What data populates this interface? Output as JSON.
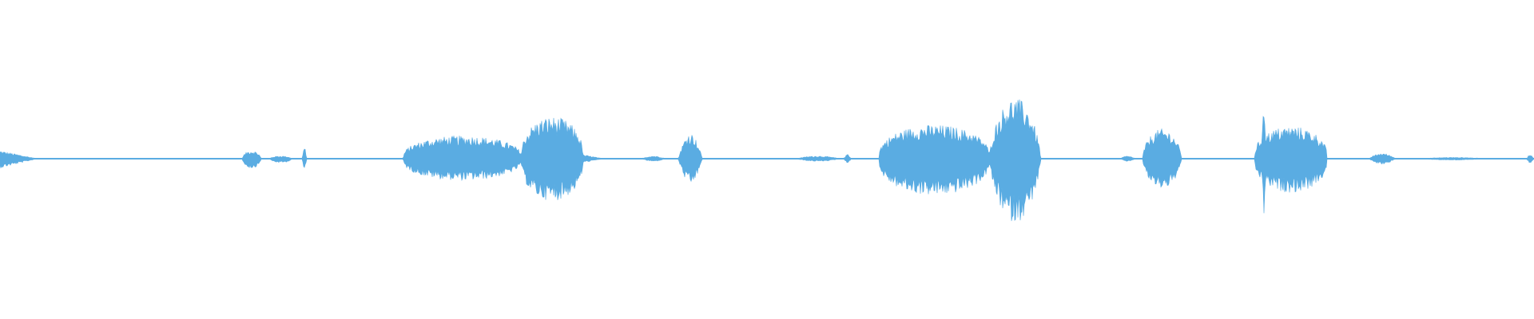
{
  "waveform": {
    "color": "#5aace2",
    "background": "#ffffff",
    "baseline_amplitude": 0.004,
    "segments": [
      {
        "start": 0.0,
        "end": 0.022,
        "up": 0.06,
        "down": 0.07,
        "shape": "decay"
      },
      {
        "start": 0.158,
        "end": 0.17,
        "up": 0.06,
        "down": 0.07,
        "shape": "burst"
      },
      {
        "start": 0.176,
        "end": 0.19,
        "up": 0.02,
        "down": 0.03,
        "shape": "burst"
      },
      {
        "start": 0.197,
        "end": 0.2,
        "up": 0.11,
        "down": 0.11,
        "shape": "spike"
      },
      {
        "start": 0.263,
        "end": 0.34,
        "up": 0.17,
        "down": 0.16,
        "shape": "plateau"
      },
      {
        "start": 0.34,
        "end": 0.38,
        "up": 0.31,
        "down": 0.31,
        "shape": "plateau"
      },
      {
        "start": 0.38,
        "end": 0.392,
        "up": 0.03,
        "down": 0.03,
        "shape": "decay"
      },
      {
        "start": 0.418,
        "end": 0.434,
        "up": 0.02,
        "down": 0.02,
        "shape": "bump"
      },
      {
        "start": 0.442,
        "end": 0.458,
        "up": 0.19,
        "down": 0.19,
        "shape": "bump"
      },
      {
        "start": 0.518,
        "end": 0.548,
        "up": 0.02,
        "down": 0.02,
        "shape": "bump"
      },
      {
        "start": 0.55,
        "end": 0.555,
        "up": 0.04,
        "down": 0.04,
        "shape": "spike"
      },
      {
        "start": 0.573,
        "end": 0.645,
        "up": 0.25,
        "down": 0.27,
        "shape": "plateau"
      },
      {
        "start": 0.645,
        "end": 0.68,
        "up": 0.45,
        "down": 0.47,
        "shape": "swell"
      },
      {
        "start": 0.73,
        "end": 0.74,
        "up": 0.02,
        "down": 0.02,
        "shape": "bump"
      },
      {
        "start": 0.745,
        "end": 0.77,
        "up": 0.22,
        "down": 0.22,
        "shape": "burst"
      },
      {
        "start": 0.818,
        "end": 0.865,
        "up": 0.24,
        "down": 0.25,
        "shape": "plateau"
      },
      {
        "start": 0.822,
        "end": 0.826,
        "up": 0.45,
        "down": 0.45,
        "shape": "spike"
      },
      {
        "start": 0.892,
        "end": 0.91,
        "up": 0.04,
        "down": 0.04,
        "shape": "bump"
      },
      {
        "start": 0.925,
        "end": 0.97,
        "up": 0.01,
        "down": 0.01,
        "shape": "bump"
      },
      {
        "start": 0.995,
        "end": 1.0,
        "up": 0.04,
        "down": 0.04,
        "shape": "spike"
      }
    ]
  }
}
